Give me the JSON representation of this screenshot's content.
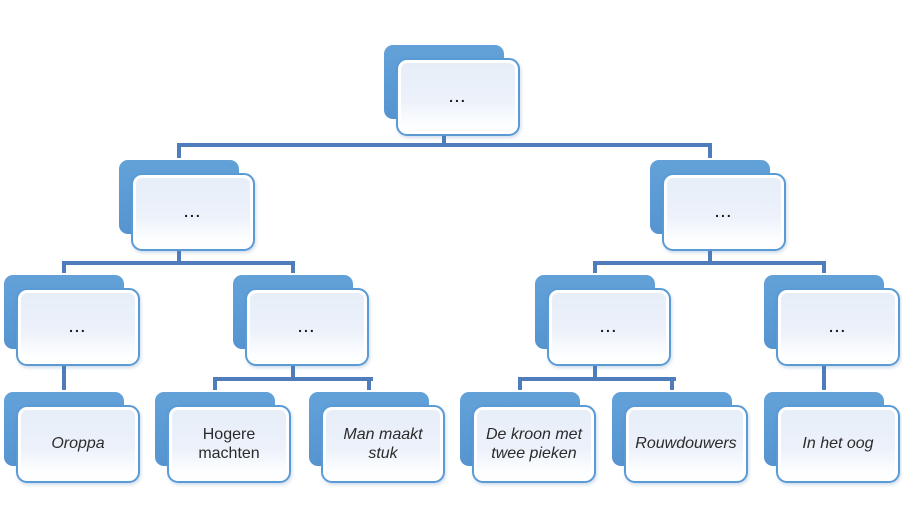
{
  "diagram": {
    "type": "hierarchy-tree",
    "levels": 4,
    "colors": {
      "card_blue": "#5b9bd5",
      "card_front_fill_top": "#e7eef8",
      "card_front_fill_bottom": "#ffffff",
      "card_border": "#5b9bd5",
      "connector": "#4f7dbb",
      "text": "#2b2b2b",
      "background": "#ffffff"
    },
    "nodes": [
      {
        "id": "root",
        "label": "...",
        "style": "normal",
        "level": 1,
        "parent": null
      },
      {
        "id": "branch-left",
        "label": "...",
        "style": "normal",
        "level": 2,
        "parent": "root"
      },
      {
        "id": "branch-right",
        "label": "...",
        "style": "normal",
        "level": 2,
        "parent": "root"
      },
      {
        "id": "sub-left-1",
        "label": "...",
        "style": "normal",
        "level": 3,
        "parent": "branch-left"
      },
      {
        "id": "sub-left-2",
        "label": "...",
        "style": "normal",
        "level": 3,
        "parent": "branch-left"
      },
      {
        "id": "sub-right-1",
        "label": "...",
        "style": "normal",
        "level": 3,
        "parent": "branch-right"
      },
      {
        "id": "sub-right-2",
        "label": "...",
        "style": "normal",
        "level": 3,
        "parent": "branch-right"
      },
      {
        "id": "leaf-oroppa",
        "label": "Oroppa",
        "style": "italic",
        "level": 4,
        "parent": "sub-left-1"
      },
      {
        "id": "leaf-hogere-machten",
        "label": "Hogere machten",
        "style": "normal",
        "level": 4,
        "parent": "sub-left-2"
      },
      {
        "id": "leaf-man-maakt-stuk",
        "label": "Man maakt stuk",
        "style": "italic",
        "level": 4,
        "parent": "sub-left-2"
      },
      {
        "id": "leaf-de-kroon",
        "label": "De kroon met twee pieken",
        "style": "italic",
        "level": 4,
        "parent": "sub-right-1"
      },
      {
        "id": "leaf-rouwdouwers",
        "label": "Rouwdouwers",
        "style": "italic",
        "level": 4,
        "parent": "sub-right-1"
      },
      {
        "id": "leaf-in-het-oog",
        "label": "In het oog",
        "style": "italic",
        "level": 4,
        "parent": "sub-right-2"
      }
    ]
  }
}
